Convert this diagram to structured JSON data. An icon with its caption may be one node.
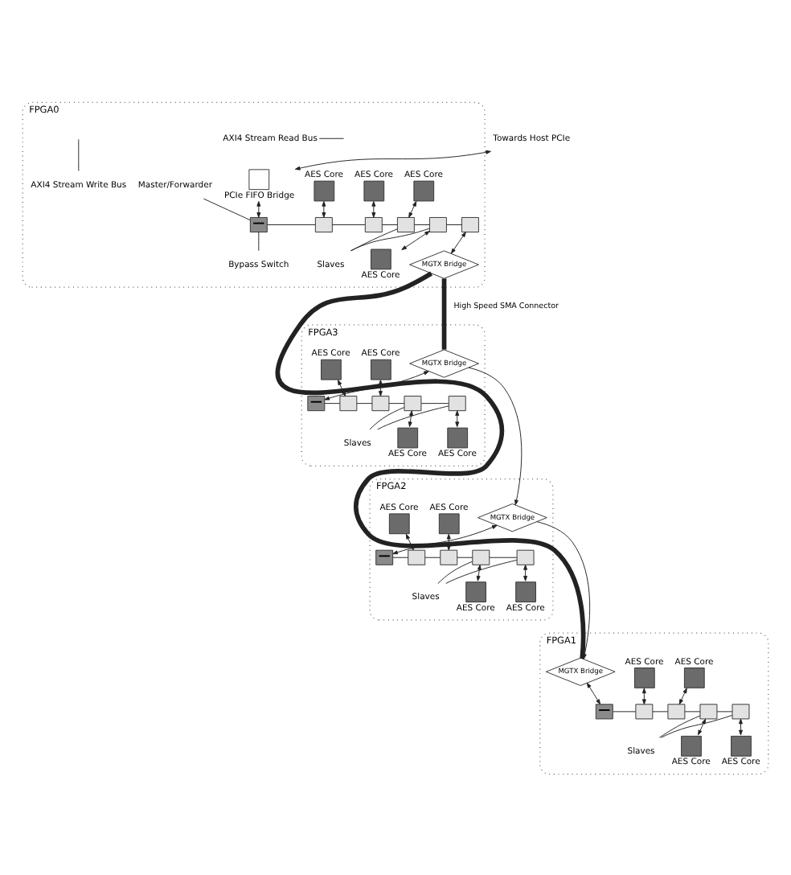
{
  "diagram": {
    "nodes": [
      {
        "text": [
          "FPGA0"
        ]
      },
      {
        "text": [
          "Towards Host PCIe"
        ]
      },
      {
        "text": [
          "PCIe FIFO Bridge"
        ],
        "in": 0
      },
      {
        "text": [
          "AXI4 Stream Read Bus"
        ],
        "in": 0
      },
      {
        "text": [
          "Master/Forwarder"
        ],
        "in": 0
      },
      {
        "text": [],
        "shape": "box",
        "in": 0
      },
      {
        "text": [
          "Bypass Switch"
        ],
        "in": 0
      },
      {
        "text": [
          "AES Core"
        ],
        "in": 0
      },
      {
        "text": [],
        "shape": "box",
        "in": 0
      },
      {
        "text": [
          "AES Core"
        ],
        "in": 0
      },
      {
        "text": [],
        "shape": "box",
        "in": 0
      },
      {
        "text": [
          "AES Core"
        ],
        "in": 0
      },
      {
        "text": [],
        "shape": "box",
        "in": 0
      },
      {
        "text": [
          "Slaves"
        ],
        "in": 0
      },
      {
        "text": [],
        "shape": "box",
        "in": 0
      },
      {
        "text": [
          "AES Core"
        ],
        "in": 0
      },
      {
        "text": [
          "AXI4 Stream Write Bus"
        ],
        "in": 0
      },
      {
        "text": [],
        "shape": "box",
        "in": 0
      },
      {
        "text": [
          "MGTX Bridge"
        ],
        "in": 0
      },
      {
        "text": [
          "FPGA1"
        ]
      },
      {
        "text": [
          "MGTX Bridge"
        ],
        "in": 19
      },
      {
        "text": [],
        "shape": "box",
        "in": 19
      },
      {
        "text": [
          "AES Core"
        ],
        "in": 19
      },
      {
        "text": [],
        "shape": "box",
        "in": 19
      },
      {
        "text": [
          "AES Core"
        ],
        "in": 19
      },
      {
        "text": [],
        "shape": "box",
        "in": 19
      },
      {
        "text": [
          "Slaves"
        ],
        "in": 19
      },
      {
        "text": [],
        "shape": "box",
        "in": 19
      },
      {
        "text": [
          "AES Core"
        ],
        "in": 19
      },
      {
        "text": [],
        "shape": "box",
        "in": 19
      },
      {
        "text": [
          "AES Core"
        ],
        "in": 19
      },
      {
        "text": [
          "FPGA2"
        ]
      },
      {
        "text": [
          "MGTX Bridge"
        ],
        "in": 31
      },
      {
        "text": [],
        "shape": "box",
        "in": 31
      },
      {
        "text": [
          "AES Core"
        ],
        "in": 31
      },
      {
        "text": [],
        "shape": "box",
        "in": 31
      },
      {
        "text": [
          "AES Core"
        ],
        "in": 31
      },
      {
        "text": [],
        "shape": "box",
        "in": 31
      },
      {
        "text": [
          "Slaves"
        ],
        "in": 31
      },
      {
        "text": [],
        "shape": "box",
        "in": 31
      },
      {
        "text": [
          "AES Core"
        ],
        "in": 31
      },
      {
        "text": [],
        "shape": "box",
        "in": 31
      },
      {
        "text": [
          "AES Core"
        ],
        "in": 31
      },
      {
        "text": [
          "FPGA3"
        ]
      },
      {
        "text": [
          "MGTX Bridge"
        ],
        "in": 43
      },
      {
        "text": [],
        "shape": "box",
        "in": 43
      },
      {
        "text": [
          "AES Core"
        ],
        "in": 43
      },
      {
        "text": [],
        "shape": "box",
        "in": 43
      },
      {
        "text": [
          "AES Core"
        ],
        "in": 43
      },
      {
        "text": [],
        "shape": "box",
        "in": 43
      },
      {
        "text": [
          "Slaves"
        ],
        "in": 43
      },
      {
        "text": [],
        "shape": "box",
        "in": 43
      },
      {
        "text": [
          "AES Core"
        ],
        "in": 43
      },
      {
        "text": [],
        "shape": "box",
        "in": 43
      },
      {
        "text": [
          "AES Core"
        ],
        "in": 43
      }
    ],
    "edges": [
      {
        "from": 1,
        "to": 2,
        "arrow": "both"
      },
      {
        "from": 2,
        "to": 5,
        "arrow": "both"
      },
      {
        "from": 3,
        "to": null,
        "arrow": "none"
      },
      {
        "from": 4,
        "to": 5,
        "arrow": "none"
      },
      {
        "from": 5,
        "to": 6,
        "arrow": "none"
      },
      {
        "from": 5,
        "to": 8,
        "arrow": "none"
      },
      {
        "from": 7,
        "to": 8,
        "arrow": "both"
      },
      {
        "from": 8,
        "to": 10,
        "arrow": "none"
      },
      {
        "from": 9,
        "to": 10,
        "arrow": "both"
      },
      {
        "from": 10,
        "to": 12,
        "arrow": "none"
      },
      {
        "from": 11,
        "to": 12,
        "arrow": "both"
      },
      {
        "from": 12,
        "to": 13,
        "arrow": "none"
      },
      {
        "from": 12,
        "to": 14,
        "arrow": "none"
      },
      {
        "from": 14,
        "to": 13,
        "arrow": "none"
      },
      {
        "from": 14,
        "to": 15,
        "arrow": "both"
      },
      {
        "from": null,
        "to": 16,
        "arrow": "none"
      },
      {
        "from": 14,
        "to": 17,
        "arrow": "none"
      },
      {
        "from": 17,
        "to": 18,
        "arrow": "both"
      },
      {
        "from": 18,
        "to": 20,
        "arrow": "none",
        "style": "thick"
      },
      {
        "from": 18,
        "to": 44,
        "arrow": "none",
        "style": "thick",
        "label": "High Speed SMA Connector"
      },
      {
        "from": 20,
        "to": 21,
        "arrow": "both"
      },
      {
        "from": 22,
        "to": 23,
        "arrow": "both"
      },
      {
        "from": 21,
        "to": 23,
        "arrow": "none"
      },
      {
        "from": 24,
        "to": 25,
        "arrow": "both"
      },
      {
        "from": 23,
        "to": 25,
        "arrow": "none"
      },
      {
        "from": 25,
        "to": 27,
        "arrow": "none"
      },
      {
        "from": 27,
        "to": 26,
        "arrow": "none"
      },
      {
        "from": 27,
        "to": 28,
        "arrow": "both"
      },
      {
        "from": 27,
        "to": 29,
        "arrow": "none"
      },
      {
        "from": 29,
        "to": 26,
        "arrow": "none"
      },
      {
        "from": 29,
        "to": 30,
        "arrow": "both"
      },
      {
        "from": 32,
        "to": 20,
        "arrow": "to"
      },
      {
        "from": 32,
        "to": 33,
        "arrow": "both"
      },
      {
        "from": 34,
        "to": 35,
        "arrow": "both"
      },
      {
        "from": 33,
        "to": 35,
        "arrow": "none"
      },
      {
        "from": 36,
        "to": 37,
        "arrow": "both"
      },
      {
        "from": 35,
        "to": 37,
        "arrow": "none"
      },
      {
        "from": 37,
        "to": 39,
        "arrow": "none"
      },
      {
        "from": 39,
        "to": 38,
        "arrow": "none"
      },
      {
        "from": 39,
        "to": 40,
        "arrow": "both"
      },
      {
        "from": 39,
        "to": 41,
        "arrow": "none"
      },
      {
        "from": 41,
        "to": 38,
        "arrow": "none"
      },
      {
        "from": 41,
        "to": 42,
        "arrow": "both"
      },
      {
        "from": 44,
        "to": 32,
        "arrow": "to"
      },
      {
        "from": 44,
        "to": 45,
        "arrow": "both"
      },
      {
        "from": 46,
        "to": 47,
        "arrow": "both"
      },
      {
        "from": 45,
        "to": 47,
        "arrow": "none"
      },
      {
        "from": 48,
        "to": 49,
        "arrow": "both"
      },
      {
        "from": 47,
        "to": 49,
        "arrow": "none"
      },
      {
        "from": 49,
        "to": 51,
        "arrow": "none"
      },
      {
        "from": 51,
        "to": 50,
        "arrow": "none"
      },
      {
        "from": 51,
        "to": 52,
        "arrow": "both"
      },
      {
        "from": 51,
        "to": 53,
        "arrow": "none"
      },
      {
        "from": 53,
        "to": 50,
        "arrow": "none"
      },
      {
        "from": 53,
        "to": 54,
        "arrow": "both"
      }
    ]
  }
}
